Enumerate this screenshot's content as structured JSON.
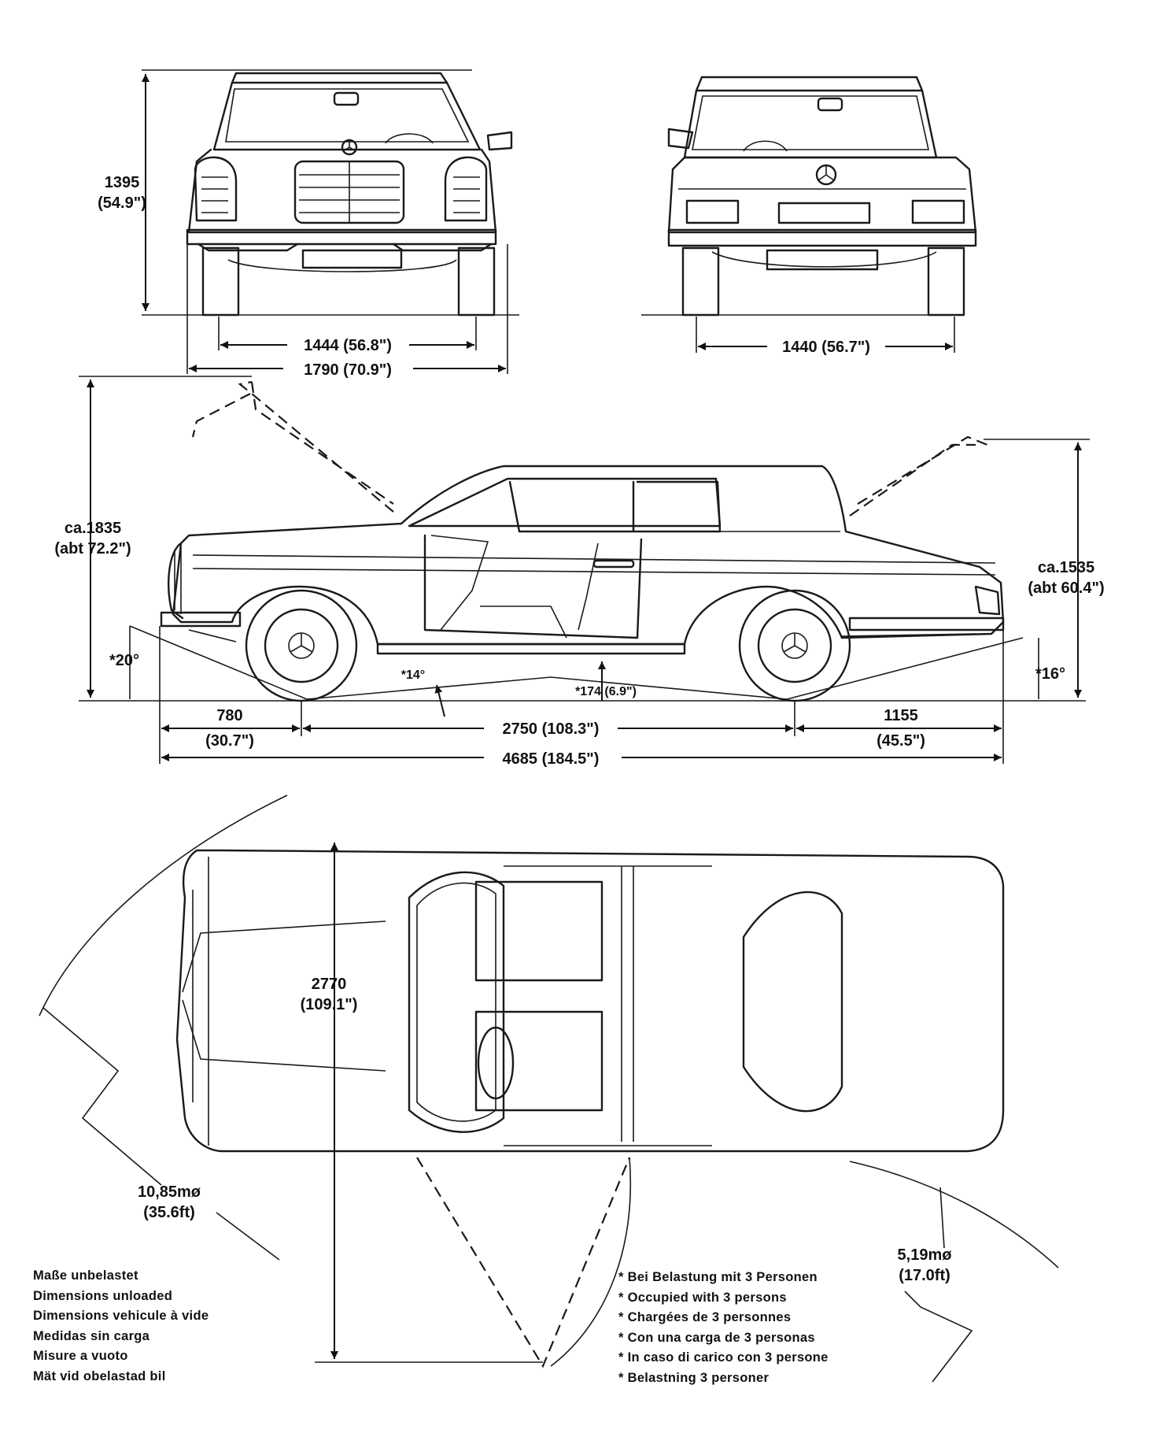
{
  "front_view": {
    "height_mm": "1395",
    "height_in": "(54.9\")",
    "track_front": "1444 (56.8\")",
    "overall_width": "1790 (70.9\")"
  },
  "rear_view": {
    "track_rear": "1440 (56.7\")"
  },
  "side_view": {
    "height_open_mm": "ca.1835",
    "height_open_in": "(abt 72.2\")",
    "height_trunk_mm": "ca.1535",
    "height_trunk_in": "(abt 60.4\")",
    "approach_angle": "*20°",
    "departure_angle": "*16°",
    "ramp_angle": "*14°",
    "ground_clearance": "*174 (6.9\")",
    "front_overhang_mm": "780",
    "front_overhang_in": "(30.7\")",
    "wheelbase": "2750 (108.3\")",
    "rear_overhang_mm": "1155",
    "rear_overhang_in": "(45.5\")",
    "overall_length": "4685 (184.5\")"
  },
  "top_view": {
    "door_swing_mm": "2770",
    "door_swing_in": "(109.1\")",
    "turning_circle_mm": "10,85mø",
    "turning_circle_ft": "(35.6ft)",
    "wall_clearance_mm": "5,19mø",
    "wall_clearance_ft": "(17.0ft)"
  },
  "legend_left": [
    "Maße unbelastet",
    "Dimensions unloaded",
    "Dimensions vehicule à vide",
    "Medidas sin carga",
    "Misure a vuoto",
    "Mät vid obelastad bil"
  ],
  "legend_right": [
    "* Bei Belastung mit 3 Personen",
    "* Occupied with 3 persons",
    "* Chargées de 3 personnes",
    "* Con una carga de 3 personas",
    "* In caso di carico con 3 persone",
    "* Belastning 3 personer"
  ]
}
